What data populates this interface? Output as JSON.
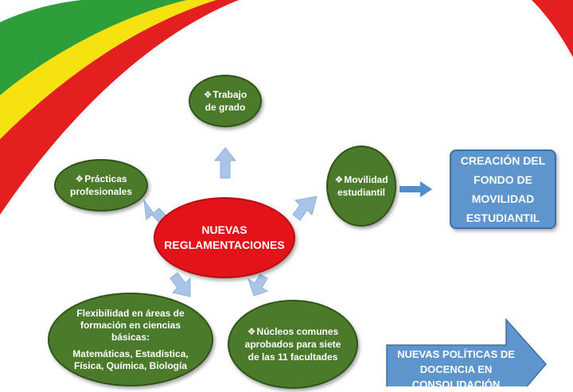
{
  "center": {
    "line1": "NUEVAS",
    "line2": "REGLAMENTACIONES"
  },
  "bullet_symbol": "❖",
  "nodes": {
    "trabajo": {
      "line1": "Trabajo",
      "line2": "de grado"
    },
    "practicas": {
      "line1": "Prácticas",
      "line2": "profesionales"
    },
    "movilidad": {
      "line1": "Movilidad",
      "line2": "estudiantil"
    },
    "nucleos": {
      "line1": "Núcleos comunes",
      "line2": "aprobados para siete",
      "line3": "de las 11 facultades"
    },
    "flexibilidad": {
      "line1": "Flexibilidad en áreas de",
      "line2": "formación en ciencias",
      "line3": "básicas:",
      "line4": "Matemáticas, Estadística,",
      "line5": "Física, Química, Biología"
    }
  },
  "fondo_box": {
    "line1": "CREACIÓN DEL",
    "line2": "FONDO DE",
    "line3": "MOVILIDAD",
    "line4": "ESTUDIANTIL"
  },
  "politicas_arrow": {
    "line1": "NUEVAS POLÍTICAS DE",
    "line2": "DOCENCIA EN",
    "line3": "CONSOLIDACIÓN"
  },
  "colors": {
    "node_green": "#4a7a2a",
    "center_red": "#e4131a",
    "box_blue": "#5f95cd",
    "arrow_light_blue": "#a9c4e8",
    "flag_green": "#2e9e3a",
    "flag_yellow": "#f5e20f",
    "flag_red": "#e41f1f"
  }
}
